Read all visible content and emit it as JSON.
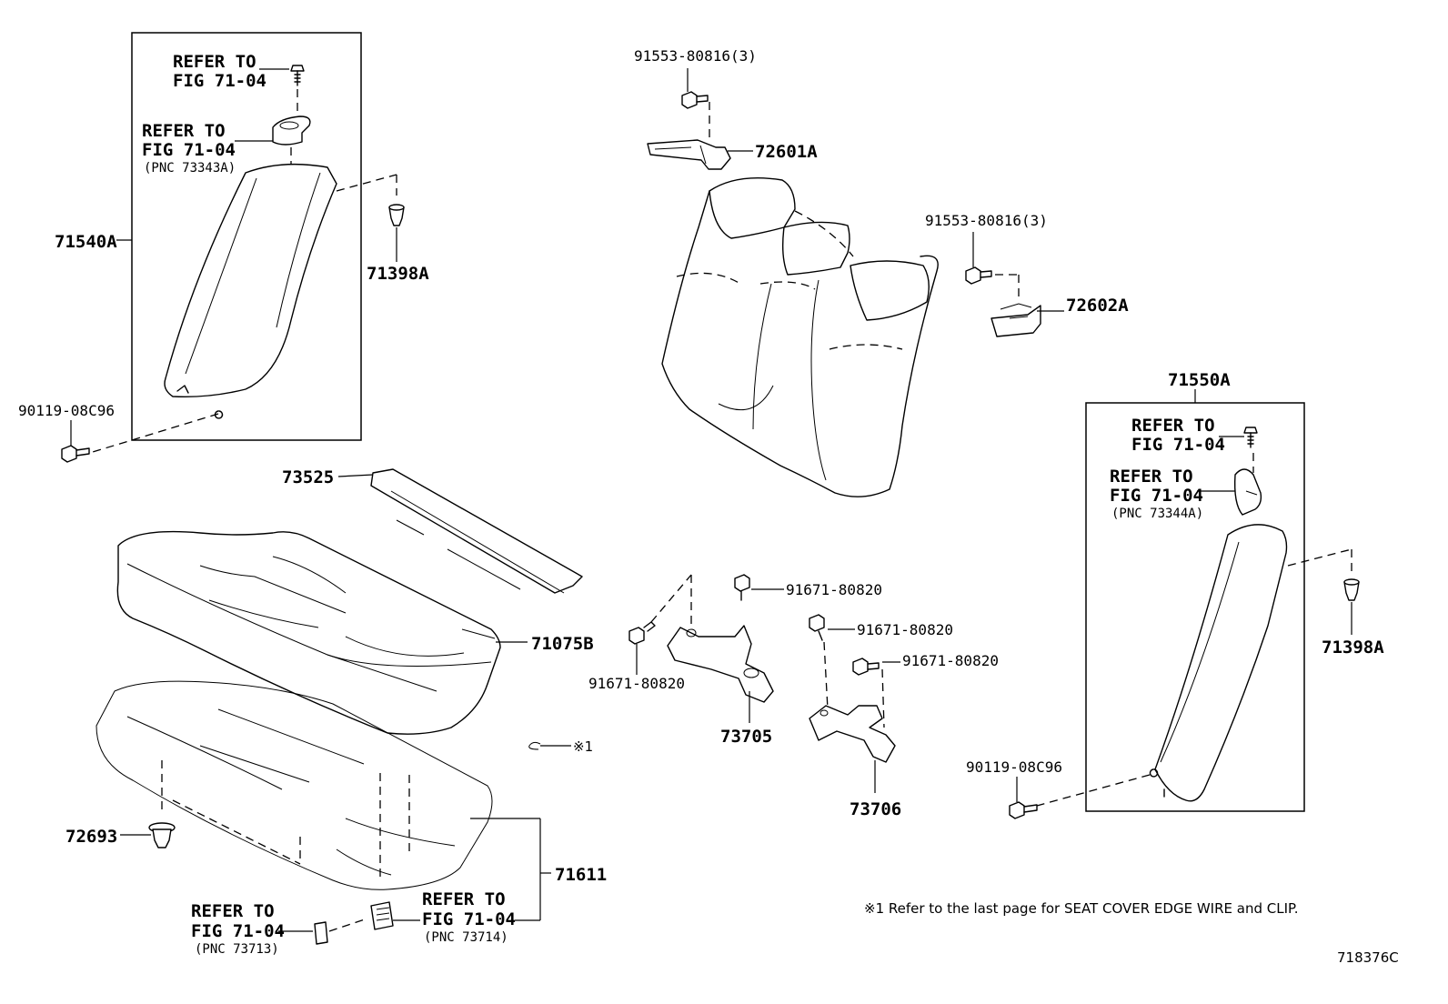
{
  "labels": {
    "refer_fig_1": "REFER TO",
    "refer_fig_1b": "FIG 71-04",
    "refer_fig_2": "REFER TO",
    "refer_fig_2b": "FIG 71-04",
    "pnc_73343a": "(PNC 73343A)",
    "part_71540a": "71540A",
    "part_71398a_left": "71398A",
    "part_90119_left": "90119-08C96",
    "part_91553_top": "91553-80816(3)",
    "part_72601a": "72601A",
    "part_91553_right": "91553-80816(3)",
    "part_72602a": "72602A",
    "part_71550a": "71550A",
    "refer_fig_3": "REFER TO",
    "refer_fig_3b": "FIG 71-04",
    "refer_fig_4": "REFER TO",
    "refer_fig_4b": "FIG 71-04",
    "pnc_73344a": "(PNC 73344A)",
    "part_71398a_right": "71398A",
    "part_90119_right": "90119-08C96",
    "part_73525": "73525",
    "part_71075b": "71075B",
    "part_91671_a": "91671-80820",
    "part_91671_b": "91671-80820",
    "part_91671_c": "91671-80820",
    "part_91671_d": "91671-80820",
    "part_73705": "73705",
    "part_73706": "73706",
    "note_mark": "※1",
    "part_72693": "72693",
    "part_71611": "71611",
    "refer_fig_5": "REFER TO",
    "refer_fig_5b": "FIG 71-04",
    "pnc_73713": "(PNC 73713)",
    "refer_fig_6": "REFER TO",
    "refer_fig_6b": "FIG 71-04",
    "pnc_73714": "(PNC 73714)",
    "footnote": "※1  Refer to the last page for SEAT COVER EDGE WIRE and CLIP.",
    "drawing_code": "718376C"
  }
}
